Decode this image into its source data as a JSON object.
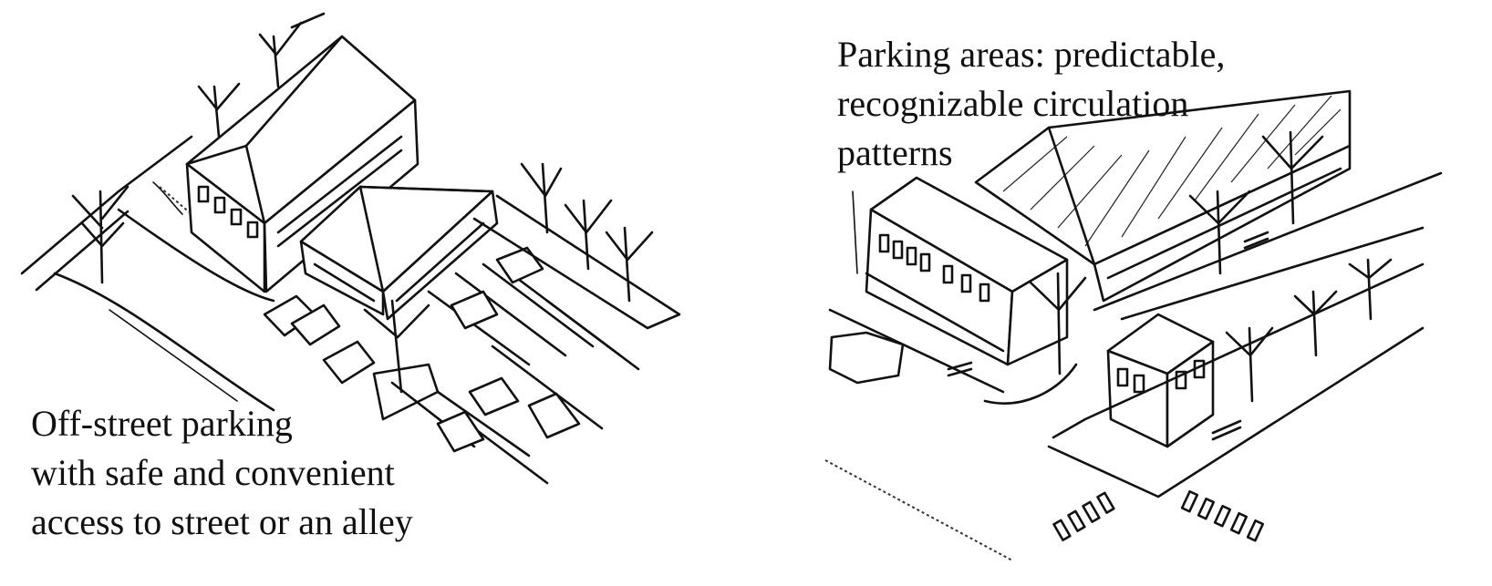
{
  "left_panel": {
    "caption_lines": [
      "Off-street parking",
      "with safe and convenient",
      "access to street or an alley"
    ]
  },
  "right_panel": {
    "caption_lines": [
      "Parking areas: predictable,",
      "recognizable circulation",
      "patterns"
    ]
  }
}
